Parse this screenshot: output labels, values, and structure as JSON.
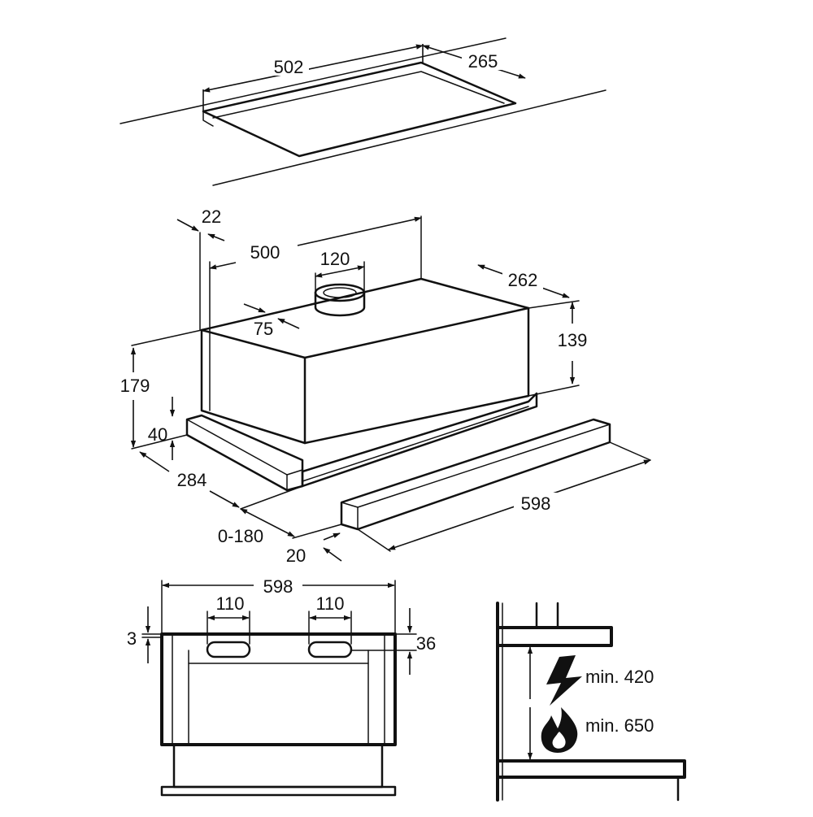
{
  "cutout": {
    "width": "502",
    "depth": "265"
  },
  "hood": {
    "dim_22": "22",
    "dim_500": "500",
    "dim_120": "120",
    "dim_262": "262",
    "dim_75": "75",
    "dim_139": "139",
    "dim_179": "179",
    "dim_40": "40",
    "dim_284": "284",
    "dim_0_180": "0-180",
    "dim_20": "20",
    "dim_598": "598"
  },
  "front": {
    "width": "598",
    "hole_left": "110",
    "hole_right": "110",
    "dim_3": "3",
    "dim_36": "36"
  },
  "clearance": {
    "electric": "min. 420",
    "gas": "min. 650"
  }
}
